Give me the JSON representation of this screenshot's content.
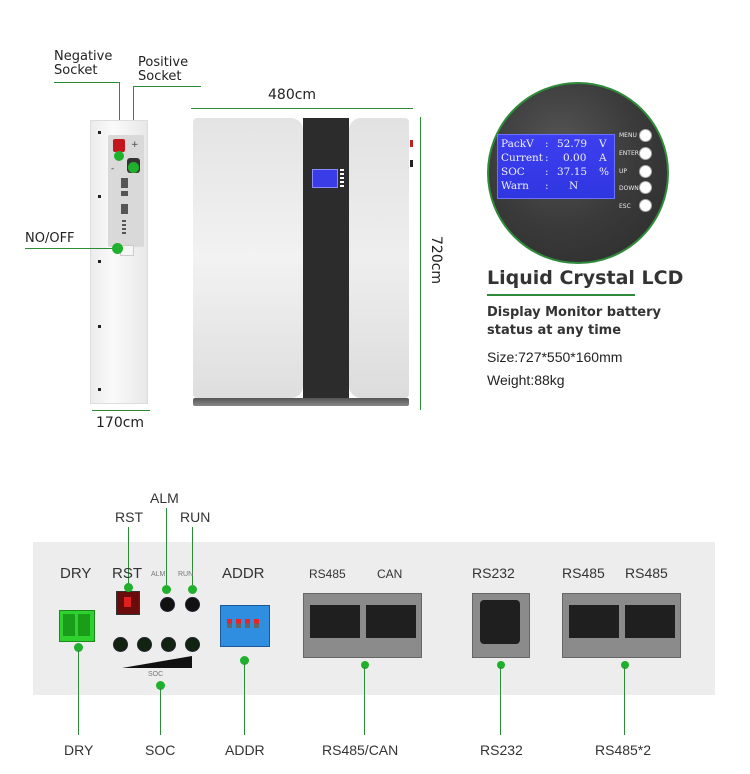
{
  "top_section": {
    "side_view": {
      "negative_socket_label": [
        "Negative",
        "Socket"
      ],
      "positive_socket_label": [
        "Positive",
        "Socket"
      ],
      "switch_label": "NO/OFF",
      "width_dimension": "170cm",
      "plus_sign": "+",
      "minus_sign": "-"
    },
    "front_view": {
      "width_dimension": "480cm",
      "height_dimension": "720cm"
    },
    "lcd_detail": {
      "screen_rows": [
        {
          "name": "PackV",
          "sep": ":",
          "value": "52.79",
          "unit": "V"
        },
        {
          "name": "Current",
          "sep": ":",
          "value": "0.00",
          "unit": "A"
        },
        {
          "name": "SOC",
          "sep": ":",
          "value": "37.15",
          "unit": "%"
        },
        {
          "name": "Warn",
          "sep": ":",
          "value": "N",
          "unit": ""
        }
      ],
      "buttons": [
        "MENU",
        "ENTER",
        "UP",
        "DOWN",
        "ESC"
      ],
      "title": "Liquid Crystal LCD",
      "subtitle": [
        "Display Monitor battery",
        "status at any time"
      ],
      "size": "Size:727*550*160mm",
      "weight": "Weight:88kg"
    }
  },
  "bottom_section": {
    "callouts_top": {
      "rst": "RST",
      "alm": "ALM",
      "run": "RUN"
    },
    "panel_labels": {
      "dry": "DRY",
      "rst": "RST",
      "alm": "ALM",
      "run": "RUN",
      "addr": "ADDR",
      "rs485": "RS485",
      "can": "CAN",
      "rs232": "RS232",
      "rs485_a": "RS485",
      "rs485_b": "RS485",
      "soc": "SOC"
    },
    "callouts_bottom": {
      "dry": "DRY",
      "soc": "SOC",
      "addr": "ADDR",
      "rs485_can": "RS485/CAN",
      "rs232": "RS232",
      "rs485x2": "RS485*2"
    }
  },
  "colors": {
    "accent_green": "#1fb02c",
    "line_green": "#2e8b3a",
    "lcd_blue": "#3a3ce8",
    "dip_blue": "#2f8ee0"
  }
}
